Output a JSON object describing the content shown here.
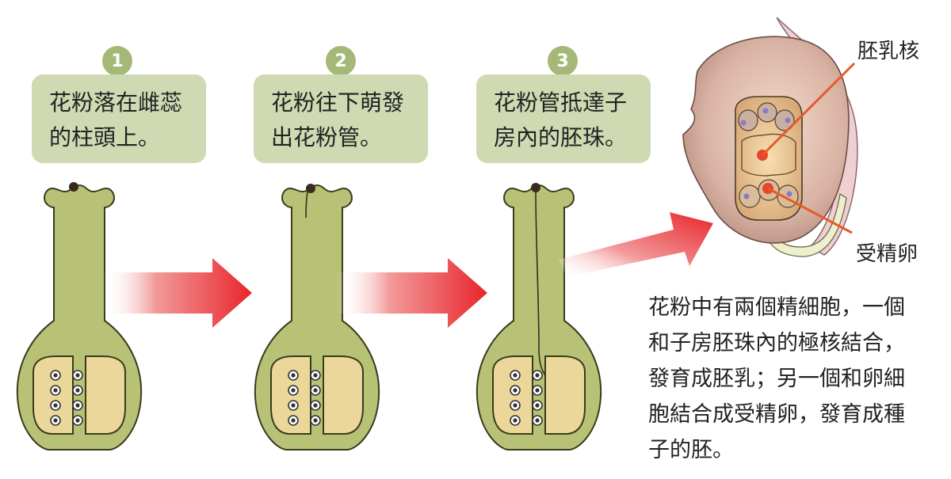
{
  "steps": [
    {
      "number": "1",
      "line1": "花粉落在雌蕊",
      "line2": "的柱頭上。"
    },
    {
      "number": "2",
      "line1": "花粉往下萌發",
      "line2": "出花粉管。"
    },
    {
      "number": "3",
      "line1": "花粉管抵達子",
      "line2": "房內的胚珠。"
    }
  ],
  "labels": {
    "polar_nuclei": "胚乳核",
    "zygote": "受精卵"
  },
  "description": [
    "花粉中有兩個精細胞，一個",
    "和子房胚珠內的極核結合，",
    "發育成胚乳；另一個和卵細",
    "胞結合成受精卵，發育成種",
    "子的胚。"
  ],
  "colors": {
    "pistil": "#b8c276",
    "pistil_outline": "#3b3b1c",
    "ovary_inner": "#ecd79a",
    "step_box": "#cfd9b2",
    "step_circle": "#a6b877",
    "arrow": "#e8252b",
    "label_line": "#e85a2a"
  }
}
